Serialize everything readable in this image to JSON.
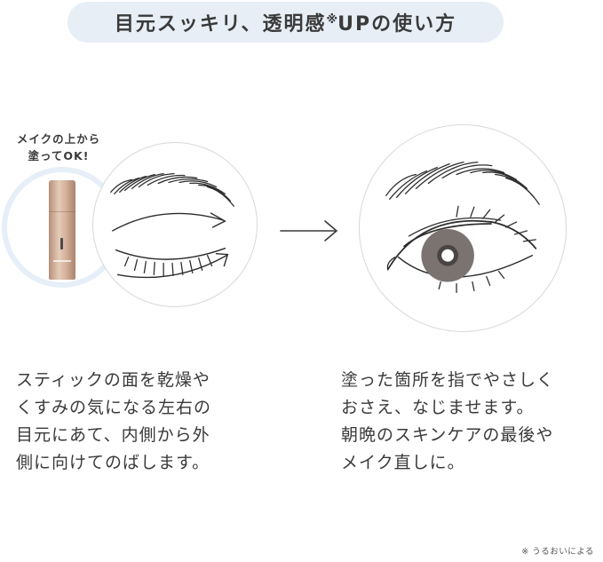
{
  "title": {
    "main": "目元スッキリ、透明感",
    "note_mark": "※",
    "suffix": "UPの使い方"
  },
  "callout": {
    "line1": "メイクの上から",
    "line2": "塗ってOK!"
  },
  "step1": {
    "lines": [
      "スティックの面を乾燥や",
      "くすみの気になる左右の",
      "目元にあて、内側から外",
      "側に向けてのばします。"
    ]
  },
  "step2": {
    "lines": [
      "塗った箇所を指でやさしく",
      "おさえ、なじませます。",
      "朝晩のスキンケアの最後や",
      "メイク直しに。"
    ]
  },
  "footnote": "※ うるおいによる",
  "colors": {
    "title_pill": "#e8eef6",
    "product_ring": "#e6eef8",
    "stick_gold": "#d7b39d",
    "iris": "#7a7370",
    "text": "#3a3a3a"
  },
  "icons": {
    "arrow": "right-arrow-icon"
  }
}
